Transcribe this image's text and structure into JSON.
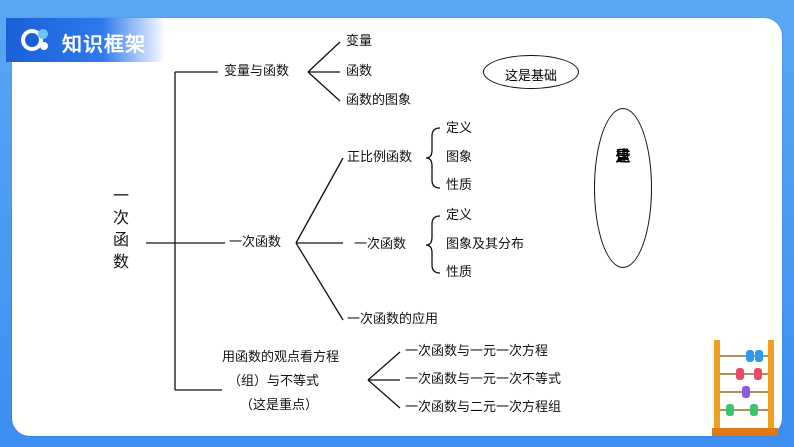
{
  "header": {
    "title": "知识框架",
    "logo_icon": "logo-icon"
  },
  "diagram": {
    "root": [
      "一",
      "次",
      "函",
      "数"
    ],
    "branch1": {
      "label": "变量与函数",
      "children": [
        "变量",
        "函数",
        "函数的图象"
      ],
      "note": "这是基础"
    },
    "branch2": {
      "label": "一次函数",
      "sub1": {
        "label": "正比例函数",
        "children": [
          "定义",
          "图象",
          "性质"
        ]
      },
      "sub2": {
        "label": "一次函数",
        "children": [
          "定义",
          "图象及其分布",
          "性质"
        ]
      },
      "sub3": {
        "label": "一次函数的应用"
      },
      "note": [
        "这",
        "些",
        "是",
        "重",
        "点"
      ]
    },
    "branch3": {
      "label_lines": [
        "用函数的观点看方程",
        "（组）与不等式",
        "（这是重点）"
      ],
      "children": [
        "一次函数与一元一次方程",
        "一次函数与一元一次不等式",
        "一次函数与二元一次方程组"
      ]
    }
  },
  "colors": {
    "frame": "#3c8ef0",
    "title_bar": "#1b5fd6",
    "line": "#111111"
  }
}
